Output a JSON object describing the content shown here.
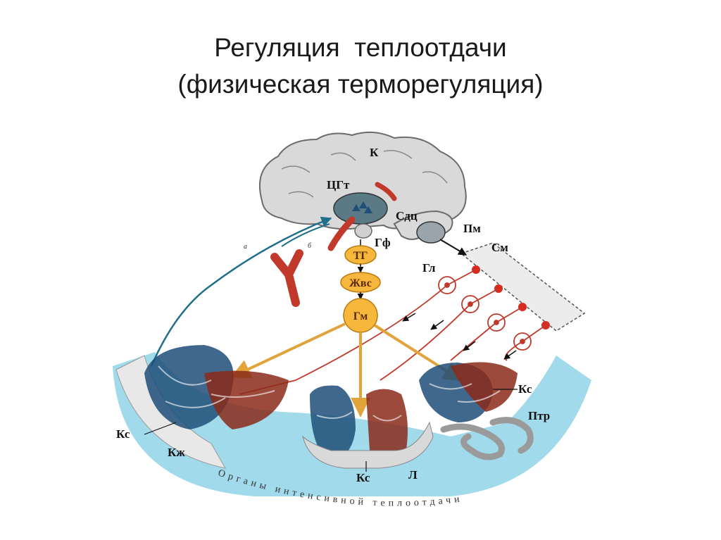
{
  "title": {
    "line1": "Регуляция  теплоотдачи",
    "line2": "(физическая терморегуляция)"
  },
  "diagram": {
    "labels": {
      "cortex": "К",
      "thermo_center": "ЦГт",
      "vasomotor_center": "Сдц",
      "medulla": "Пм",
      "hypophysis": "Гф",
      "spinal_cord": "См",
      "ganglion": "Гл",
      "tg": "ТГ",
      "gland": "Жвс",
      "hormone": "Гм",
      "capillaries_left": "Кс",
      "skin": "Кж",
      "capillaries_bottom": "Кс",
      "lungs": "Л",
      "capillaries_right": "Кс",
      "gi_tract": "Птр",
      "path_a": "а",
      "path_b": "б"
    },
    "arc_caption": "Органы интенсивной теплоотдачи",
    "colors": {
      "brain_fill": "#d9d9d9",
      "brain_stroke": "#6b6b6b",
      "blue_path": "#1f6f8b",
      "red_path": "#c0392b",
      "node_fill": "#f6b73c",
      "node_stroke": "#b87a10",
      "arrow_gold": "#e0a43a",
      "sky_band": "#8fd3e8",
      "vessel_blue": "#1f4e78",
      "vessel_red": "#8b2a1a"
    }
  }
}
